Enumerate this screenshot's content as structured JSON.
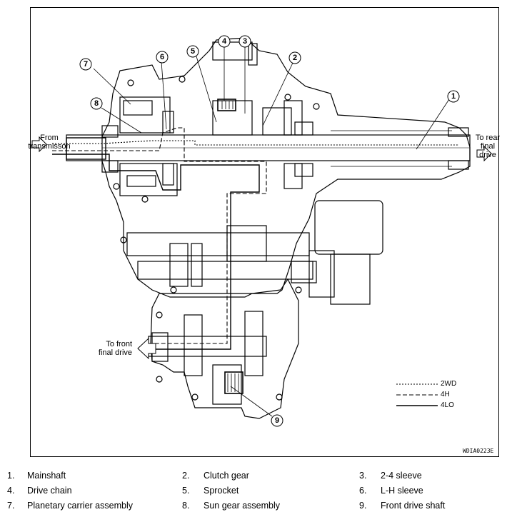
{
  "labels": {
    "from_transmission": [
      "From",
      "transmisson"
    ],
    "to_rear": [
      "To rear",
      "final drive"
    ],
    "to_front": [
      "To front",
      "final drive"
    ]
  },
  "callouts": [
    "1",
    "2",
    "3",
    "4",
    "5",
    "6",
    "7",
    "8",
    "9"
  ],
  "path_legend": [
    {
      "name": "2WD",
      "style": "dotted"
    },
    {
      "name": "4H",
      "style": "dashed"
    },
    {
      "name": "4LO",
      "style": "solid"
    }
  ],
  "figure_code": "WDIA0223E",
  "parts": [
    {
      "num": "1.",
      "name": "Mainshaft"
    },
    {
      "num": "2.",
      "name": "Clutch gear"
    },
    {
      "num": "3.",
      "name": "2-4 sleeve"
    },
    {
      "num": "4.",
      "name": "Drive chain"
    },
    {
      "num": "5.",
      "name": "Sprocket"
    },
    {
      "num": "6.",
      "name": "L-H sleeve"
    },
    {
      "num": "7.",
      "name": "Planetary carrier assembly"
    },
    {
      "num": "8.",
      "name": "Sun gear assembly"
    },
    {
      "num": "9.",
      "name": "Front drive shaft"
    }
  ]
}
